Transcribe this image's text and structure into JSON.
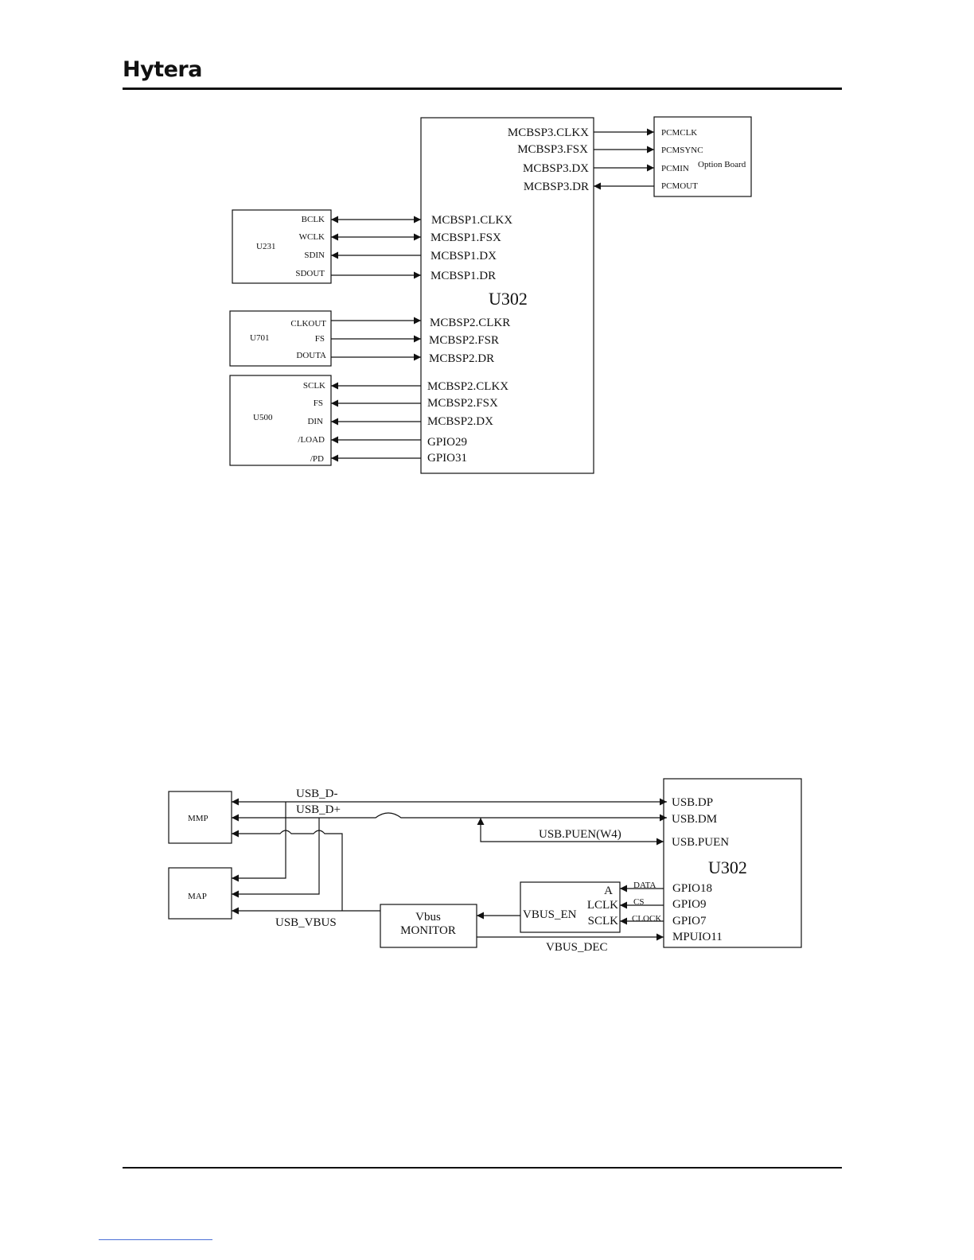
{
  "header": {
    "brand": "Hytera"
  },
  "diagram1": {
    "main_chip": "U302",
    "main_chip_pins": [
      "MCBSP3.CLKX",
      "MCBSP3.FSX",
      "MCBSP3.DX",
      "MCBSP3.DR",
      "MCBSP1.CLKX",
      "MCBSP1.FSX",
      "MCBSP1.DX",
      "MCBSP1.DR",
      "MCBSP2.CLKR",
      "MCBSP2.FSR",
      "MCBSP2.DR",
      "MCBSP2.CLKX",
      "MCBSP2.FSX",
      "MCBSP2.DX",
      "GPIO29",
      "GPIO31"
    ],
    "option_board": {
      "name": "Option Board",
      "pins": [
        "PCMCLK",
        "PCMSYNC",
        "PCMIN",
        "PCMOUT"
      ]
    },
    "u231": {
      "name": "U231",
      "pins": [
        "BCLK",
        "WCLK",
        "SDIN",
        "SDOUT"
      ]
    },
    "u701": {
      "name": "U701",
      "pins": [
        "CLKOUT",
        "FS",
        "DOUTA"
      ]
    },
    "u500": {
      "name": "U500",
      "pins": [
        "SCLK",
        "FS",
        "DIN",
        "/LOAD",
        "/PD"
      ]
    }
  },
  "diagram2": {
    "main_chip": "U302",
    "main_chip_pins": [
      "USB.DP",
      "USB.DM",
      "USB.PUEN",
      "GPIO18",
      "GPIO9",
      "GPIO7",
      "MPUIO11"
    ],
    "mmp": "MMP",
    "map": "MAP",
    "vbus_monitor": [
      "Vbus",
      "MONITOR"
    ],
    "vbus_en_block": {
      "name": "VBUS_EN",
      "pins": [
        "A",
        "LCLK",
        "SCLK"
      ]
    },
    "signals": {
      "usb_dminus": "USB_D-",
      "usb_dplus": "USB_D+",
      "usb_puen": "USB.PUEN(W4)",
      "usb_vbus": "USB_VBUS",
      "vbus_dec": "VBUS_DEC",
      "data": "DATA",
      "cs": "CS",
      "clock": "CLOCK"
    }
  }
}
